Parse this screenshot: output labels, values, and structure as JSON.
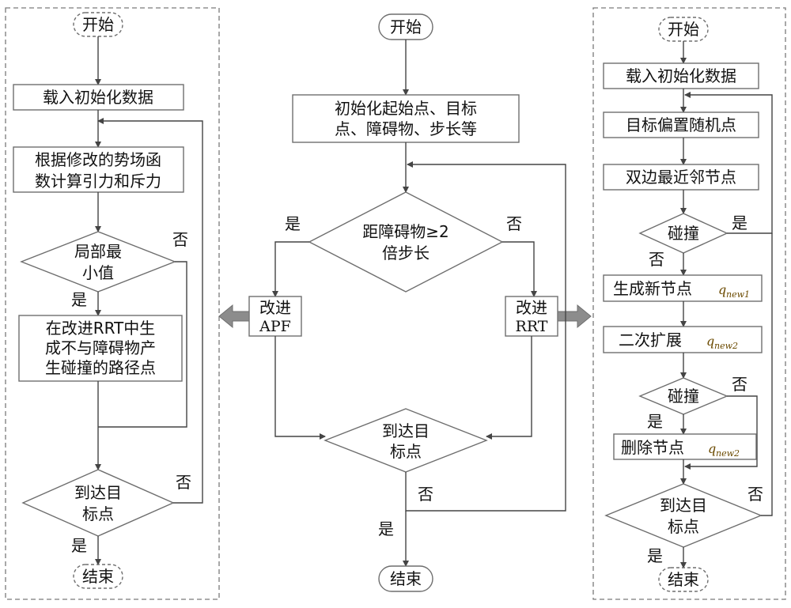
{
  "left": {
    "start": "开始",
    "load": "载入初始化数据",
    "calc": [
      "根据修改的势场函",
      "数计算引力和斥力"
    ],
    "local_min": [
      "局部最",
      "小值"
    ],
    "rrt_gen": [
      "在改进RRT中生",
      "成不与障碍物产",
      "生碰撞的路径点"
    ],
    "reach": [
      "到达目",
      "标点"
    ],
    "end": "结束",
    "yes1": "是",
    "no1": "否",
    "yes2": "是",
    "no2": "否"
  },
  "middle": {
    "start": "开始",
    "init": [
      "初始化起始点、目标",
      "点、障碍物、步长等"
    ],
    "decision": [
      "距障碍物≥2",
      "倍步长"
    ],
    "apf": [
      "改进",
      "APF"
    ],
    "rrt": [
      "改进",
      "RRT"
    ],
    "reach": [
      "到达目",
      "标点"
    ],
    "end": "结束",
    "yes1": "是",
    "no1": "否",
    "yes2": "是",
    "no2": "否"
  },
  "right": {
    "start": "开始",
    "load": "载入初始化数据",
    "bias": "目标偏置随机点",
    "nearest": "双边最近邻节点",
    "collide1": "碰撞",
    "newnode": "生成新节点",
    "q_new1_var": "q",
    "q_new1_sub": "new1",
    "expand": "二次扩展",
    "q_new2_var": "q",
    "q_new2_sub": "new2",
    "collide2": "碰撞",
    "delete": "删除节点",
    "q_new2b_var": "q",
    "q_new2b_sub": "new2",
    "reach": [
      "到达目",
      "标点"
    ],
    "end": "结束",
    "yes1": "是",
    "no1": "否",
    "yes2": "是",
    "no2": "否",
    "yes3": "是",
    "no3": "否"
  },
  "colors": {
    "arrow_fill": "#8c8c8c",
    "text_accent": "#6b4a00"
  }
}
